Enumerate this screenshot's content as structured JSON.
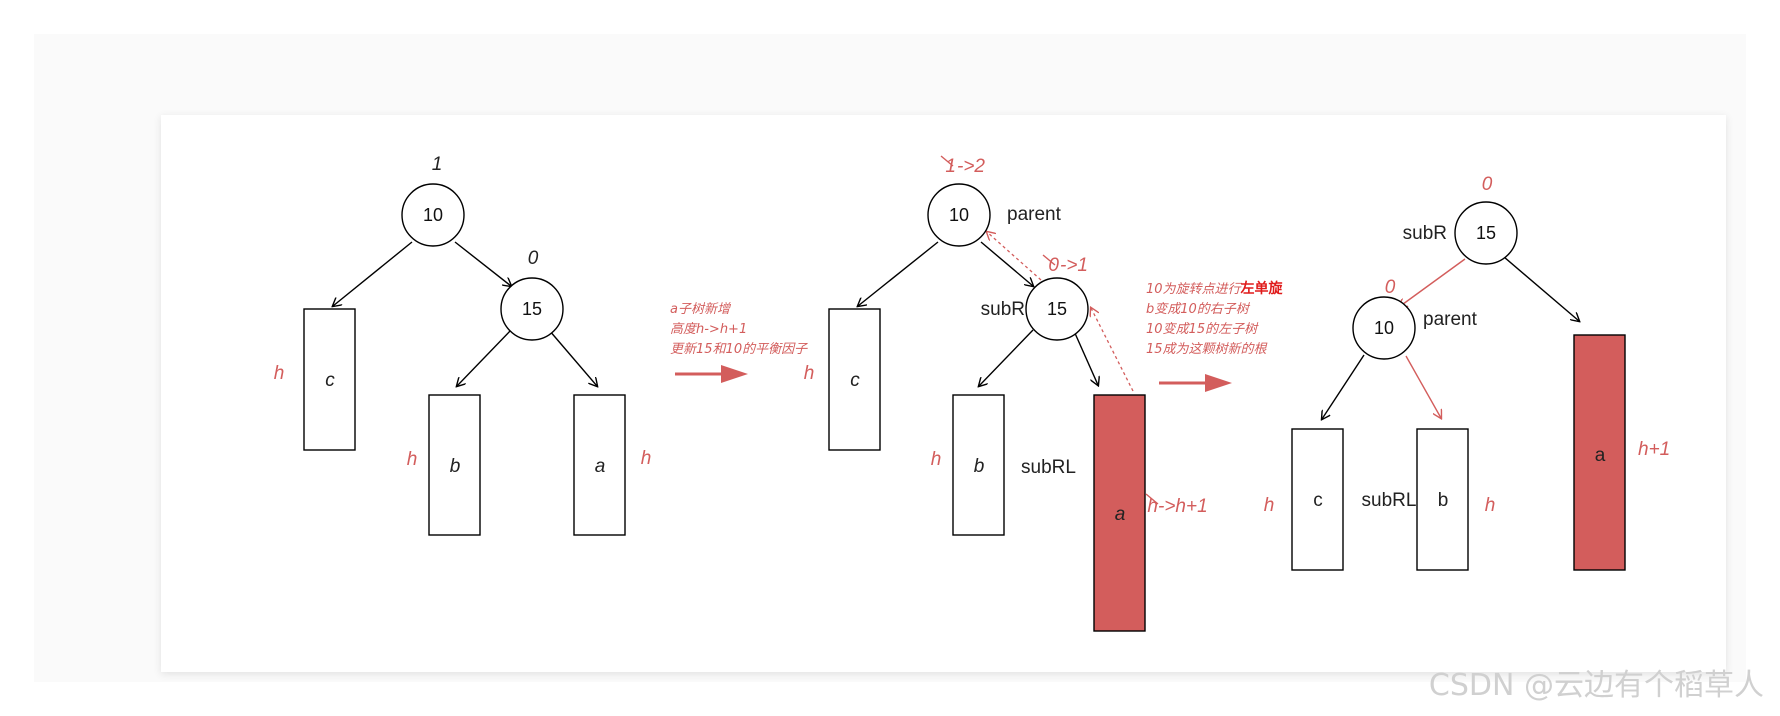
{
  "colors": {
    "accent": "#d35d5c",
    "strong_red": "#e01b1b",
    "box_fill_red": "#d35d5c"
  },
  "stage1": {
    "root_value": "10",
    "root_bf": "1",
    "right_value": "15",
    "right_bf": "0",
    "box_c": "c",
    "box_b": "b",
    "box_a": "a",
    "h_c": "h",
    "h_b": "h",
    "h_a": "h"
  },
  "arrow1_note": [
    "a子树新增",
    "高度h->h+1",
    "更新15和10的平衡因子"
  ],
  "stage2": {
    "root_value": "10",
    "root_bf_old": "1",
    "root_bf_new": "->2",
    "parent_label": "parent",
    "right_value": "15",
    "right_bf_old": "0",
    "right_bf_new": "->1",
    "subR_label": "subR",
    "box_c": "c",
    "box_b": "b",
    "box_a": "a",
    "h_c": "h",
    "h_b": "h",
    "subRL_label": "subRL",
    "a_height_old": "h",
    "a_height_new": "->h+1"
  },
  "arrow2_note": {
    "line1_prefix": "10为旋转点进行",
    "line1_strong": "左单旋",
    "line2": "b变成10的右子树",
    "line3": "10变成15的左子树",
    "line4": "15成为这颗树新的根"
  },
  "stage3": {
    "root_value": "15",
    "root_bf": "0",
    "subR_label": "subR",
    "left_value": "10",
    "left_bf": "0",
    "parent_label": "parent",
    "box_c": "c",
    "box_b": "b",
    "box_a": "a",
    "h_c": "h",
    "h_b": "h",
    "subRL_label": "subRL",
    "a_height": "h+1"
  },
  "watermark": "CSDN @云边有个稻草人"
}
